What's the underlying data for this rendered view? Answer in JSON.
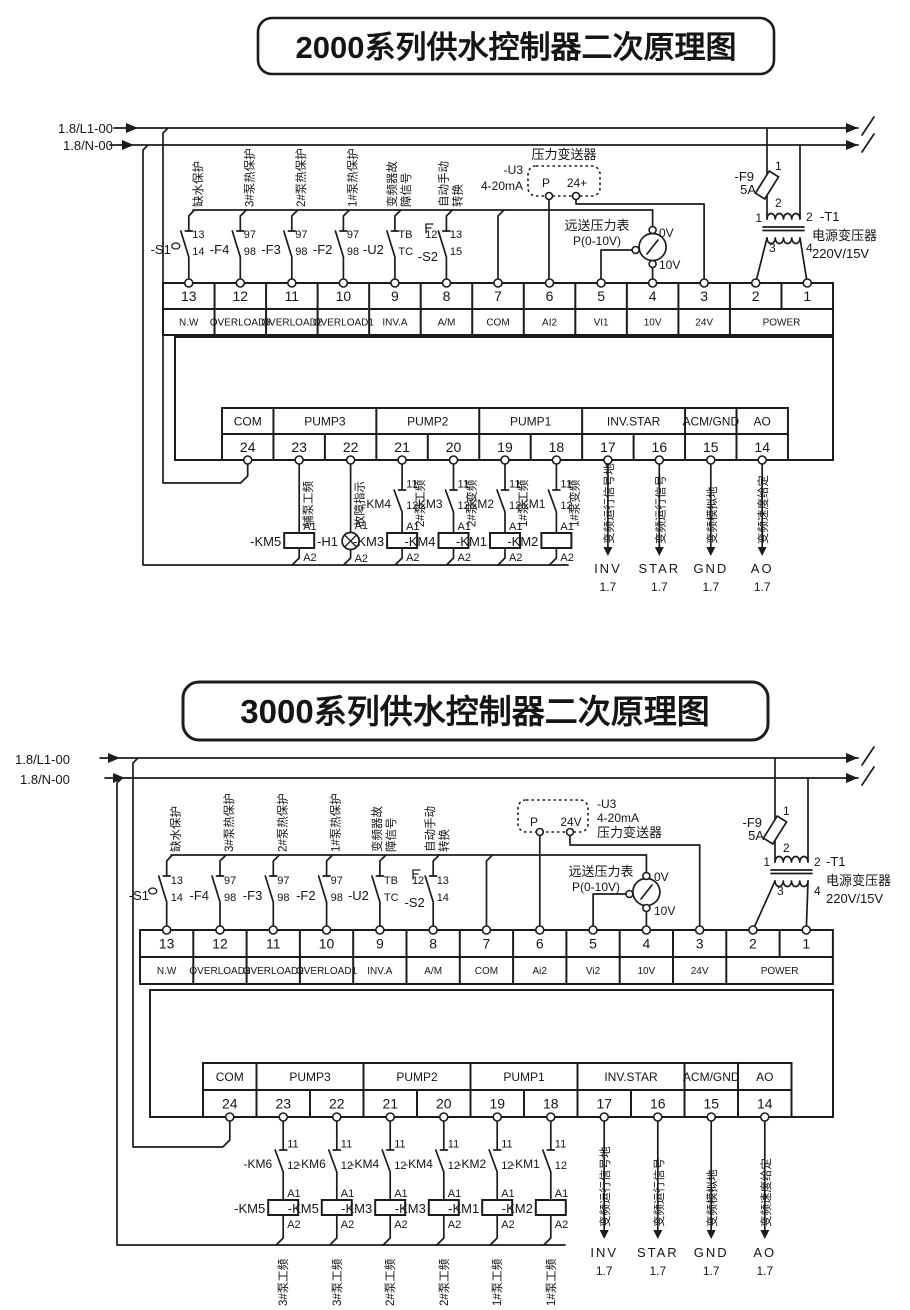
{
  "d1": {
    "title": "2000系列供水控制器二次原理图",
    "bus": {
      "l1": "1.8/L1-00",
      "n": "1.8/N-00"
    },
    "branches": [
      {
        "ref": "-S1",
        "t_top": "13",
        "t_bot": "14",
        "vlabel": "缺水保护"
      },
      {
        "ref": "-F4",
        "t_top": "97",
        "t_bot": "98",
        "vlabel": "3#泵热保护"
      },
      {
        "ref": "-F3",
        "t_top": "97",
        "t_bot": "98",
        "vlabel": "2#泵热保护"
      },
      {
        "ref": "-F2",
        "t_top": "97",
        "t_bot": "98",
        "vlabel": "1#泵热保护"
      },
      {
        "ref": "-U2",
        "t_top": "TB",
        "t_bot": "TC",
        "vlabel1": "变频器故",
        "vlabel2": "障信号"
      },
      {
        "ref": "-S2",
        "t_a": "12",
        "t_b": "13",
        "t_c": "15",
        "vlabel1": "自动手动",
        "vlabel2": "转换"
      }
    ],
    "transmitter": {
      "name": "压力变送器",
      "ref": "-U3",
      "range": "4-20mA",
      "p": "P",
      "plus": "24+"
    },
    "gauge": {
      "name": "远送压力表",
      "range": "P(0-10V)",
      "v0": "0V",
      "v10": "10V"
    },
    "fuse": {
      "ref": "-F9",
      "rating": "5A",
      "t1": "1",
      "t2": "2"
    },
    "transformer": {
      "ref": "-T1",
      "name": "电源变压器",
      "ratio": "220V/15V",
      "p1": "1",
      "p2": "2",
      "s3": "3",
      "s4": "4"
    },
    "strip1": {
      "numbers": [
        "13",
        "12",
        "11",
        "10",
        "9",
        "8",
        "7",
        "6",
        "5",
        "4",
        "3",
        "2",
        "1"
      ],
      "labels": [
        "N.W",
        "OVERLOAD3",
        "OVERLOAD2",
        "OVERLOAD1",
        "INV.A",
        "A/M",
        "COM",
        "AI2",
        "VI1",
        "10V",
        "24V",
        "POWER"
      ]
    },
    "strip2": {
      "groups": [
        "COM",
        "PUMP3",
        "PUMP2",
        "PUMP1",
        "INV.STAR",
        "ACM/GND",
        "AO"
      ],
      "numbers": [
        "24",
        "23",
        "22",
        "21",
        "20",
        "19",
        "18",
        "17",
        "16",
        "15",
        "14"
      ]
    },
    "outputs": [
      {
        "coil": "-KM5",
        "a1": "A1",
        "a2": "A2",
        "vlabel": "辅泵工频"
      },
      {
        "coil": "-H1",
        "a1": "A1",
        "a2": "A2",
        "vlabel": "故障指示"
      },
      {
        "contact": "-KM4",
        "c1": "11",
        "c2": "12",
        "coil": "-KM3",
        "a1": "A1",
        "a2": "A2",
        "vlabel": "2#泵工频"
      },
      {
        "contact": "-KM3",
        "c1": "11",
        "c2": "12",
        "coil": "-KM4",
        "a1": "A1",
        "a2": "A2",
        "vlabel": "2#泵变频"
      },
      {
        "contact": "-KM2",
        "c1": "11",
        "c2": "12",
        "coil": "-KM1",
        "a1": "A1",
        "a2": "A2",
        "vlabel": "1#泵工频"
      },
      {
        "contact": "-KM1",
        "c1": "11",
        "c2": "12",
        "coil": "-KM2",
        "a1": "A1",
        "a2": "A2",
        "vlabel": "1#泵变频"
      }
    ],
    "signals": [
      {
        "vlabel": "变频运行信号地",
        "name": "INV",
        "sheet": "1.7"
      },
      {
        "vlabel": "变频运行信号",
        "name": "STAR",
        "sheet": "1.7"
      },
      {
        "vlabel": "变频模拟地",
        "name": "GND",
        "sheet": "1.7"
      },
      {
        "vlabel": "变频速度给定",
        "name": "AO",
        "sheet": "1.7"
      }
    ]
  },
  "d2": {
    "title": "3000系列供水控制器二次原理图",
    "bus": {
      "l1": "1.8/L1-00",
      "n": "1.8/N-00"
    },
    "branches": [
      {
        "ref": "-S1",
        "t_top": "13",
        "t_bot": "14",
        "vlabel": "缺水保护"
      },
      {
        "ref": "-F4",
        "t_top": "97",
        "t_bot": "98",
        "vlabel": "3#泵热保护"
      },
      {
        "ref": "-F3",
        "t_top": "97",
        "t_bot": "98",
        "vlabel": "2#泵热保护"
      },
      {
        "ref": "-F2",
        "t_top": "97",
        "t_bot": "98",
        "vlabel": "1#泵热保护"
      },
      {
        "ref": "-U2",
        "t_top": "TB",
        "t_bot": "TC",
        "vlabel1": "变频器故",
        "vlabel2": "障信号"
      },
      {
        "ref": "-S2",
        "t_a": "12",
        "t_b": "13",
        "t_c": "14",
        "vlabel1": "自动手动",
        "vlabel2": "转换"
      }
    ],
    "transmitter": {
      "name": "压力变送器",
      "ref": "-U3",
      "range": "4-20mA",
      "p": "P",
      "plus": "24V"
    },
    "gauge": {
      "name": "远送压力表",
      "range": "P(0-10V)",
      "v0": "0V",
      "v10": "10V"
    },
    "fuse": {
      "ref": "-F9",
      "rating": "5A",
      "t1": "1",
      "t2": "2"
    },
    "transformer": {
      "ref": "-T1",
      "name": "电源变压器",
      "ratio": "220V/15V",
      "p1": "1",
      "p2": "2",
      "s3": "3",
      "s4": "4"
    },
    "strip1": {
      "numbers": [
        "13",
        "12",
        "11",
        "10",
        "9",
        "8",
        "7",
        "6",
        "5",
        "4",
        "3",
        "2",
        "1"
      ],
      "labels": [
        "N.W",
        "OVERLOAD3",
        "OVERLOAD2",
        "OVERLOAD1",
        "INV.A",
        "A/M",
        "COM",
        "Ai2",
        "Vi2",
        "10V",
        "24V",
        "POWER"
      ]
    },
    "strip2": {
      "groups": [
        "COM",
        "PUMP3",
        "PUMP2",
        "PUMP1",
        "INV.STAR",
        "ACM/GND",
        "AO"
      ],
      "numbers": [
        "24",
        "23",
        "22",
        "21",
        "20",
        "19",
        "18",
        "17",
        "16",
        "15",
        "14"
      ]
    },
    "outputs": [
      {
        "contact": "-KM6",
        "c1": "11",
        "c2": "12",
        "coil": "-KM5",
        "a1": "A1",
        "a2": "A2",
        "vlabel": "3#泵工频"
      },
      {
        "contact": "-KM6",
        "c1": "11",
        "c2": "12",
        "coil": "-KM5",
        "a1": "A1",
        "a2": "A2",
        "vlabel": "3#泵工频"
      },
      {
        "contact": "-KM4",
        "c1": "11",
        "c2": "12",
        "coil": "-KM3",
        "a1": "A1",
        "a2": "A2",
        "vlabel": "2#泵工频"
      },
      {
        "contact": "-KM4",
        "c1": "11",
        "c2": "12",
        "coil": "-KM3",
        "a1": "A1",
        "a2": "A2",
        "vlabel": "2#泵工频"
      },
      {
        "contact": "-KM2",
        "c1": "11",
        "c2": "12",
        "coil": "-KM1",
        "a1": "A1",
        "a2": "A2",
        "vlabel": "1#泵工频"
      },
      {
        "contact": "-KM1",
        "c1": "11",
        "c2": "12",
        "coil": "-KM2",
        "a1": "A1",
        "a2": "A2",
        "vlabel": "1#泵工频"
      }
    ],
    "signals": [
      {
        "vlabel": "变频运行信号地",
        "name": "INV",
        "sheet": "1.7"
      },
      {
        "vlabel": "变频运行信号",
        "name": "STAR",
        "sheet": "1.7"
      },
      {
        "vlabel": "变频模拟地",
        "name": "GND",
        "sheet": "1.7"
      },
      {
        "vlabel": "变频速度给定",
        "name": "AO",
        "sheet": "1.7"
      }
    ]
  }
}
